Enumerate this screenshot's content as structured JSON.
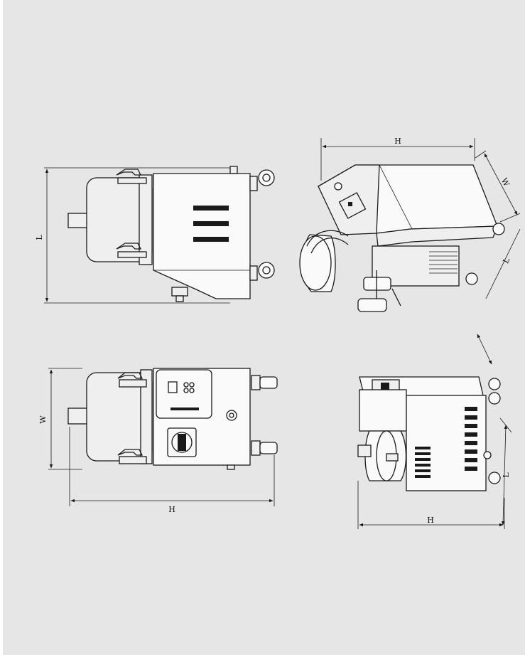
{
  "views": {
    "side": {
      "dimension_label": "L"
    },
    "top": {
      "width_label": "W",
      "height_label": "H"
    },
    "iso_upper": {
      "height_label": "H",
      "width_label": "W",
      "length_label": "L"
    },
    "iso_lower": {
      "length_label": "L",
      "height_label": "H"
    }
  },
  "colors": {
    "background": "#e6e6e6",
    "line": "#1a1a1a"
  }
}
